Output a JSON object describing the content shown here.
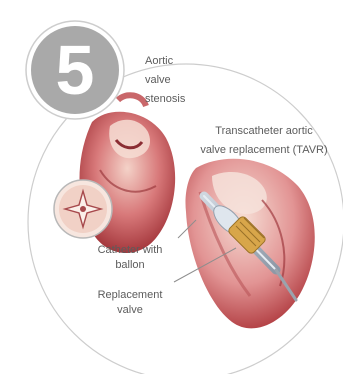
{
  "step": {
    "number": "5"
  },
  "labels": {
    "aortic_valve_stenosis": [
      "Aortic",
      "valve",
      "stenosis"
    ],
    "tavr": [
      "Transcatheter aortic",
      "valve replacement (TAVR)"
    ],
    "catheter": [
      "Catheter with",
      "ballon"
    ],
    "replacement_valve": [
      "Replacement",
      "valve"
    ]
  },
  "colors": {
    "badge_gray": "#a9a9a9",
    "heart_red": "#b5474a",
    "tissue_pink": "#f2c7bf",
    "outline": "#c8c8c8",
    "valve_gold": "#d8a64a",
    "text": "#5c5c5c"
  }
}
